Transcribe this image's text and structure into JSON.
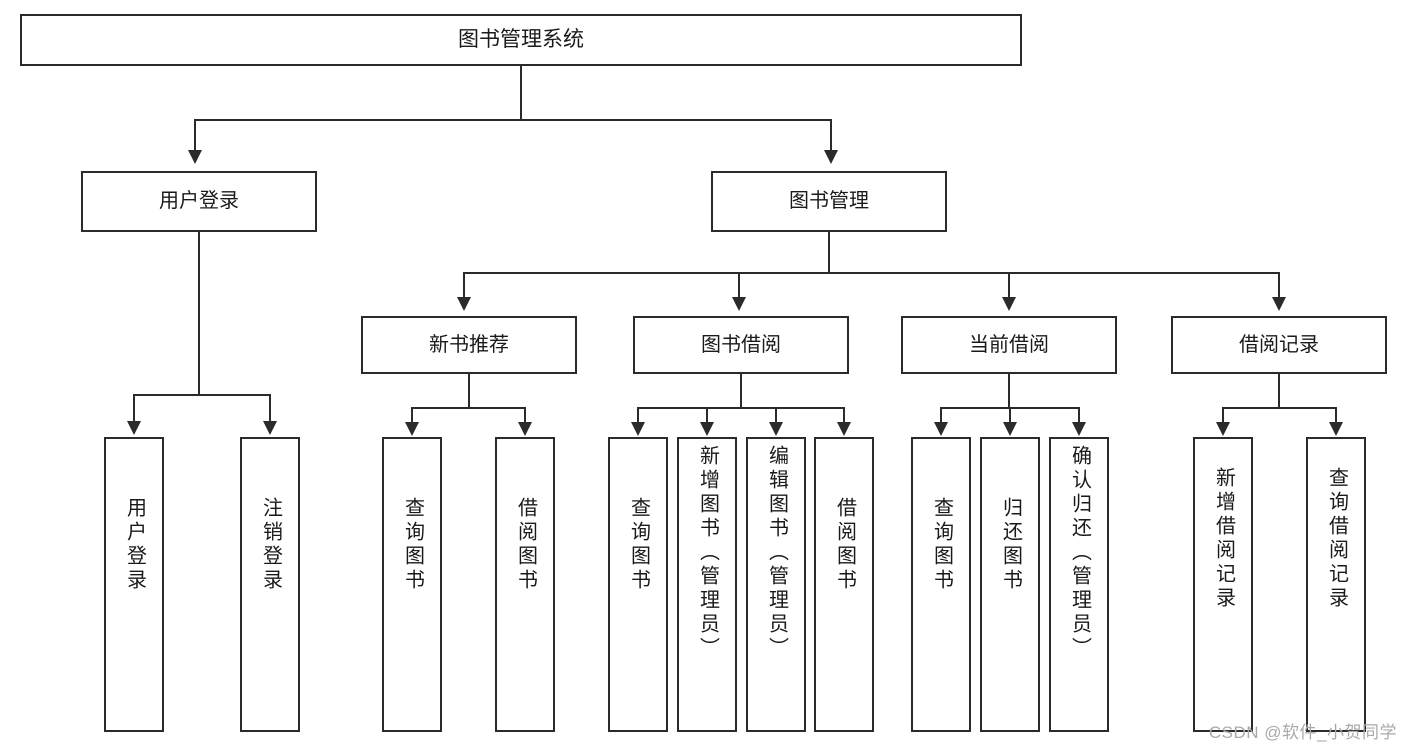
{
  "diagram": {
    "title": "图书管理系统",
    "type": "功能结构图",
    "root": {
      "label": "图书管理系统"
    },
    "level2": [
      {
        "label": "用户登录"
      },
      {
        "label": "图书管理"
      }
    ],
    "level3": [
      {
        "label": "新书推荐"
      },
      {
        "label": "图书借阅"
      },
      {
        "label": "当前借阅"
      },
      {
        "label": "借阅记录"
      }
    ],
    "leaves": {
      "user_login": [
        {
          "label": "用户登录"
        },
        {
          "label": "注销登录"
        }
      ],
      "new_book": [
        {
          "label": "查询图书"
        },
        {
          "label": "借阅图书"
        }
      ],
      "book_borrow": [
        {
          "label": "查询图书"
        },
        {
          "label": "新增图书（管理员）"
        },
        {
          "label": "编辑图书（管理员）"
        },
        {
          "label": "借阅图书"
        }
      ],
      "current_borrow": [
        {
          "label": "查询图书"
        },
        {
          "label": "归还图书"
        },
        {
          "label": "确认归还（管理员）"
        }
      ],
      "borrow_record": [
        {
          "label": "新增借阅记录"
        },
        {
          "label": "查询借阅记录"
        }
      ]
    }
  },
  "watermark": {
    "text": "CSDN @软件_小贺同学"
  },
  "colors": {
    "stroke": "#2b2b2b",
    "fill": "#ffffff",
    "text": "#1a1a1a",
    "watermark": "#a9a9a9"
  }
}
